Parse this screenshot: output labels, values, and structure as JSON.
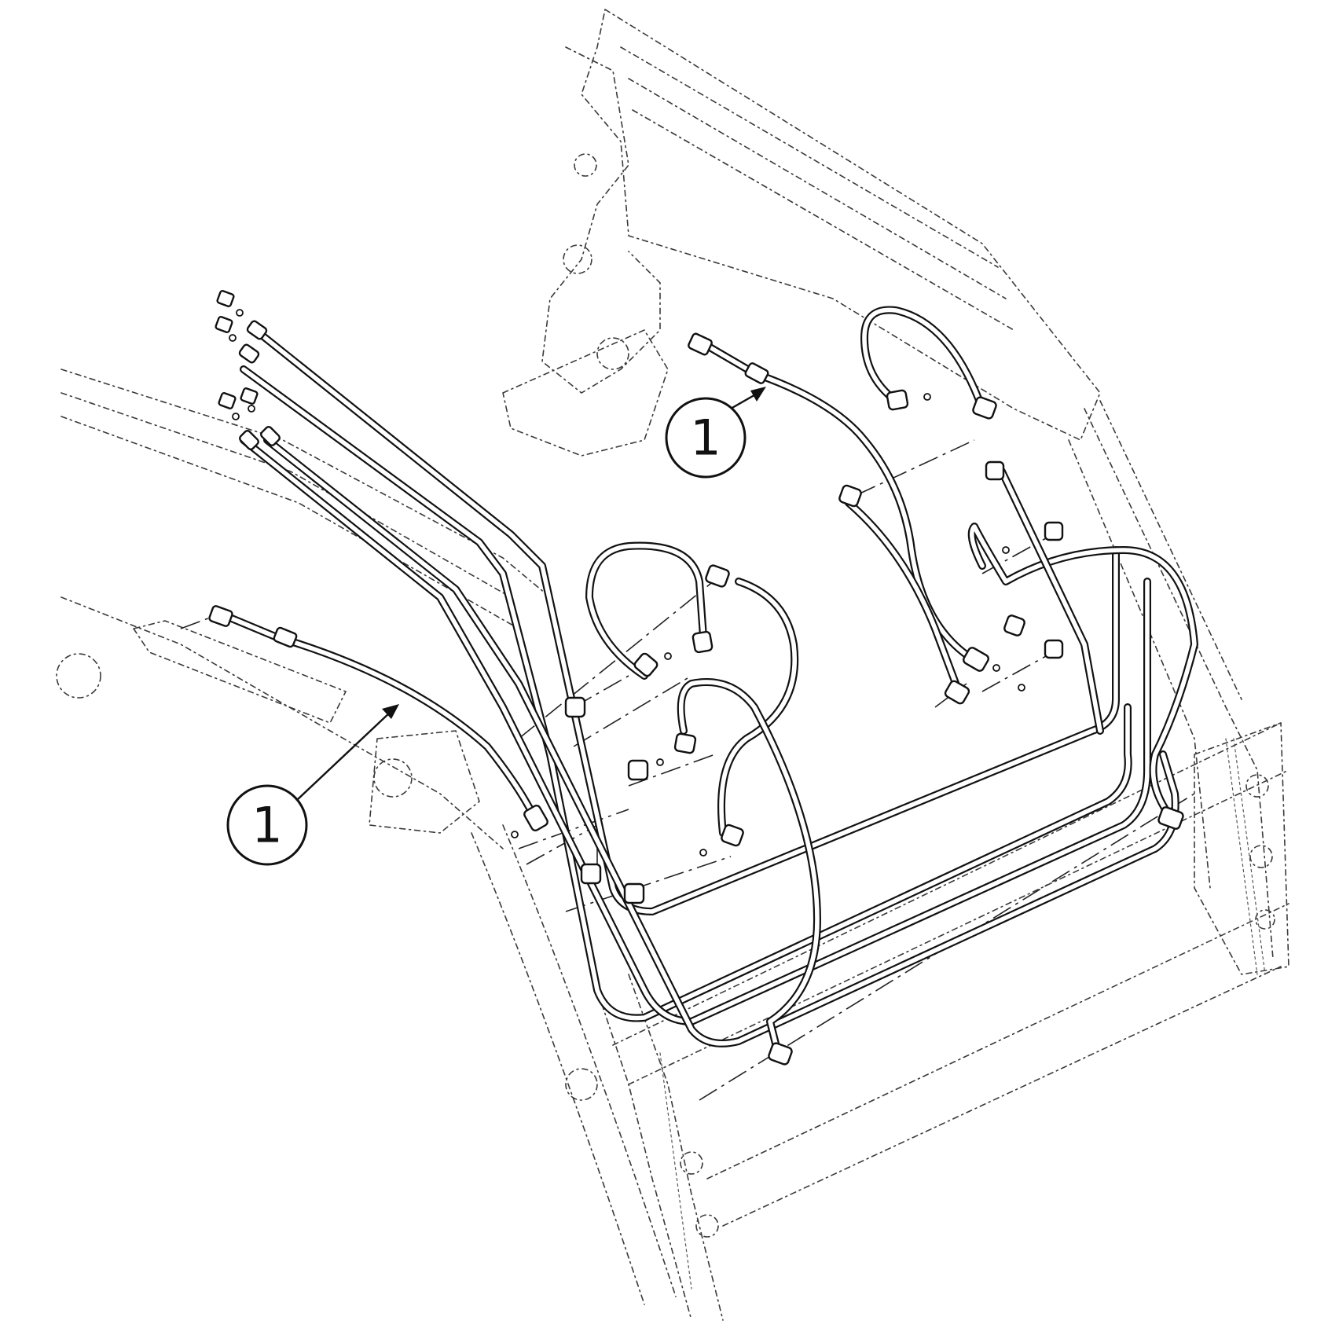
{
  "diagram": {
    "callouts": [
      {
        "number": "1",
        "target": "hydraulic-hose-left"
      },
      {
        "number": "1",
        "target": "hydraulic-hose-right"
      }
    ]
  }
}
